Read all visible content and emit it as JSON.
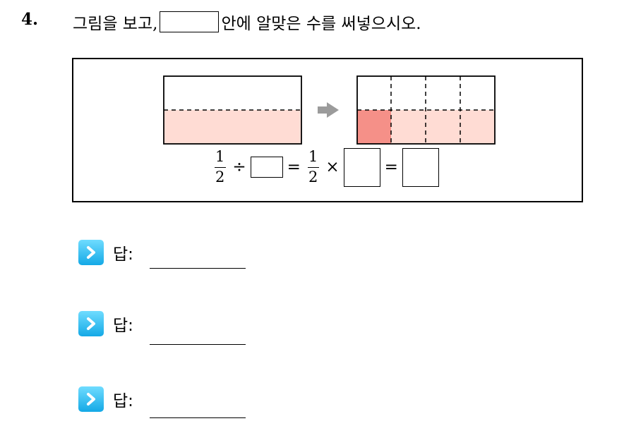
{
  "question": {
    "number": "4.",
    "text_before": "그림을 보고,",
    "text_after": "안에 알맞은 수를 써넣으시오."
  },
  "equation": {
    "fraction1": {
      "numerator": "1",
      "denominator": "2"
    },
    "divide": "÷",
    "equals1": "=",
    "fraction2": {
      "numerator": "1",
      "denominator": "2"
    },
    "times": "×",
    "equals2": "="
  },
  "colors": {
    "light_fill": "#ffdcd4",
    "dark_fill": "#f59088",
    "arrow": "#9b9b9b",
    "answer_icon": "#14a9e6"
  },
  "answers": [
    {
      "label": "답:"
    },
    {
      "label": "답:"
    },
    {
      "label": "답:"
    }
  ]
}
